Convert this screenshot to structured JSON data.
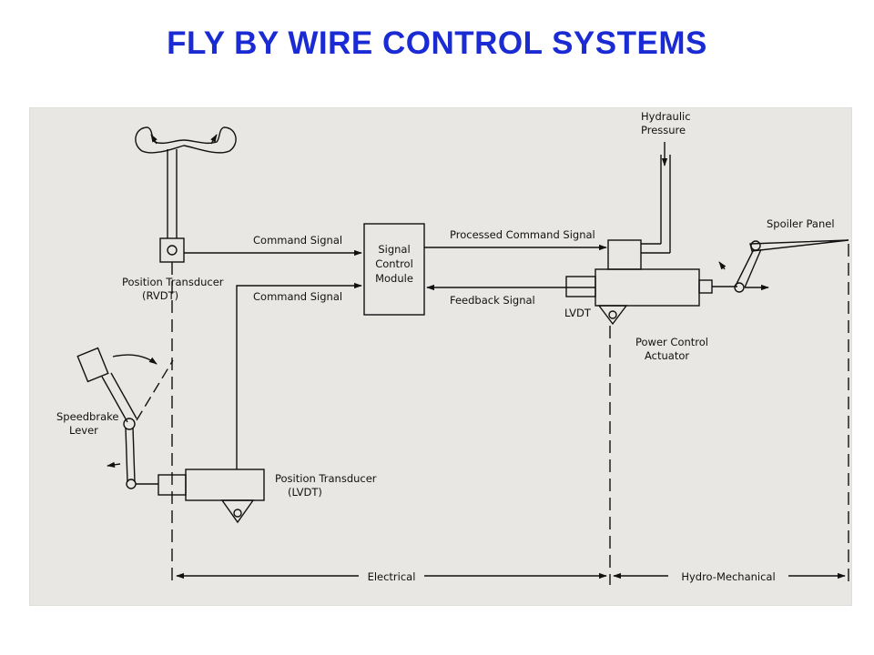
{
  "title": "FLY BY WIRE CONTROL SYSTEMS",
  "colors": {
    "title": "#1a2bd4",
    "paper": "#e9e7e3",
    "ink": "#111111"
  },
  "labels": {
    "command_signal_top": "Command Signal",
    "command_signal_bottom": "Command Signal",
    "signal_module": [
      "Signal",
      "Control",
      "Module"
    ],
    "processed_command_signal": "Processed Command Signal",
    "feedback_signal": "Feedback Signal",
    "hydraulic_pressure": [
      "Hydraulic",
      "Pressure"
    ],
    "spoiler_panel": "Spoiler Panel",
    "lvdt": "LVDT",
    "power_control_actuator": [
      "Power Control",
      "Actuator"
    ],
    "position_transducer_rvdt": [
      "Position Transducer",
      "(RVDT)"
    ],
    "speedbrake_lever": [
      "Speedbrake",
      "Lever"
    ],
    "position_transducer_lvdt": [
      "Position Transducer",
      "(LVDT)"
    ],
    "electrical": "Electrical",
    "hydro_mechanical": "Hydro-Mechanical"
  }
}
